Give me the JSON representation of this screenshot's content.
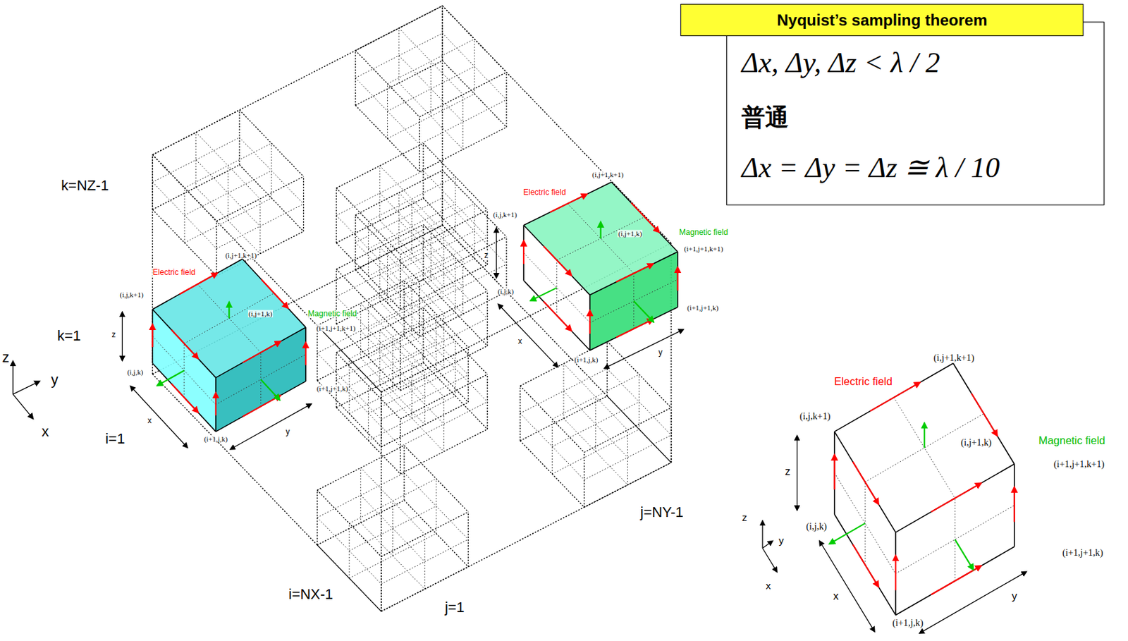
{
  "diagram": {
    "nodes": [
      {
        "text": [
          "Nyquist’s sampling theorem",
          "Δx, Δy, Δz < λ / 2",
          "普通",
          "Δx = Δy = Δz ≅ λ / 10"
        ]
      }
    ],
    "labels": [
      "k=NZ-1",
      "k=1",
      "i=1",
      "i=NX-1",
      "j=1",
      "j=NY-1",
      "z",
      "y",
      "x",
      "(i,j+1,k+1)",
      "Electric field",
      "(i,j,k+1)",
      "(i,j+1,k)",
      "Magnetic field",
      "(i+1,j+1,k+1)",
      "z",
      "(i,j,k)",
      "(i+1,j+1,k)",
      "x",
      "y",
      "(i+1,j,k)",
      "(i,j+1,k+1)",
      "Electric field",
      "(i,j,k+1)",
      "(i,j+1,k)",
      "Magnetic field",
      "(i+1,j+1,k+1)",
      "z",
      "(i,j,k)",
      "(i+1,j+1,k)",
      "x",
      "(i+1,j,k)",
      "y",
      "(i,j+1,k+1)",
      "Electric field",
      "(i,j,k+1)",
      "(i,j+1,k)",
      "Magnetic field",
      "(i+1,j+1,k+1)",
      "z",
      "(i,j,k)",
      "(i+1,j+1,k)",
      "x",
      "y",
      "(i+1,j,k)",
      "z",
      "y",
      "x"
    ]
  }
}
